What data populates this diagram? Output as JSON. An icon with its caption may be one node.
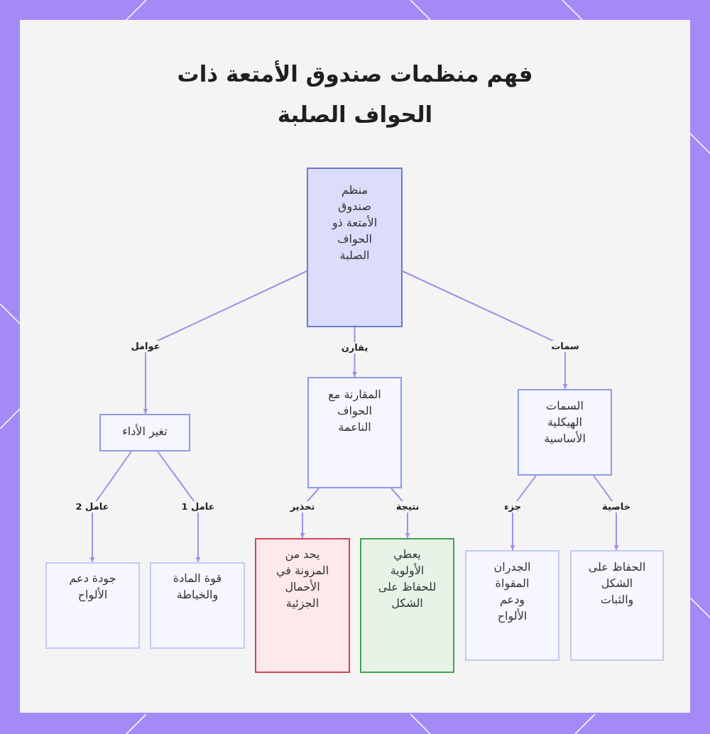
{
  "diagram": {
    "title": "فهم منظمات صندوق الأمتعة ذات الحواف الصلبة",
    "nodes": [
      {
        "text": [
          "منظم صندوق الأمتعة ذو الحواف الصلبة"
        ]
      },
      {
        "text": [
          "السمات الهيكلية الأساسية"
        ]
      },
      {
        "text": [
          "المقارنة مع الحواف الناعمة"
        ]
      },
      {
        "text": [
          "تغير الأداء"
        ]
      },
      {
        "text": [
          "الحفاظ على الشكل والثبات"
        ]
      },
      {
        "text": [
          "الجدران المقواة ودعم الألواح"
        ]
      },
      {
        "text": [
          "يعطي الأولوية للحفاظ على الشكل"
        ]
      },
      {
        "text": [
          "يحد من المرونة في الأحمال الجزئية"
        ]
      },
      {
        "text": [
          "قوة المادة والخياطة"
        ]
      },
      {
        "text": [
          "جودة دعم الألواح"
        ]
      }
    ],
    "edges": [
      {
        "from": 0,
        "to": 1,
        "arrow": "to",
        "label": "سمات"
      },
      {
        "from": 0,
        "to": 2,
        "arrow": "to",
        "label": "يقارن"
      },
      {
        "from": 0,
        "to": 3,
        "arrow": "to",
        "label": "عوامل"
      },
      {
        "from": 1,
        "to": 4,
        "arrow": "to",
        "label": "خاصية"
      },
      {
        "from": 1,
        "to": 5,
        "arrow": "to",
        "label": "جزء"
      },
      {
        "from": 2,
        "to": 6,
        "arrow": "to",
        "label": "نتيجة"
      },
      {
        "from": 2,
        "to": 7,
        "arrow": "to",
        "label": "تحذير"
      },
      {
        "from": 3,
        "to": 8,
        "arrow": "to",
        "label": "عامل 1"
      },
      {
        "from": 3,
        "to": 9,
        "arrow": "to",
        "label": "عامل 2"
      }
    ]
  }
}
